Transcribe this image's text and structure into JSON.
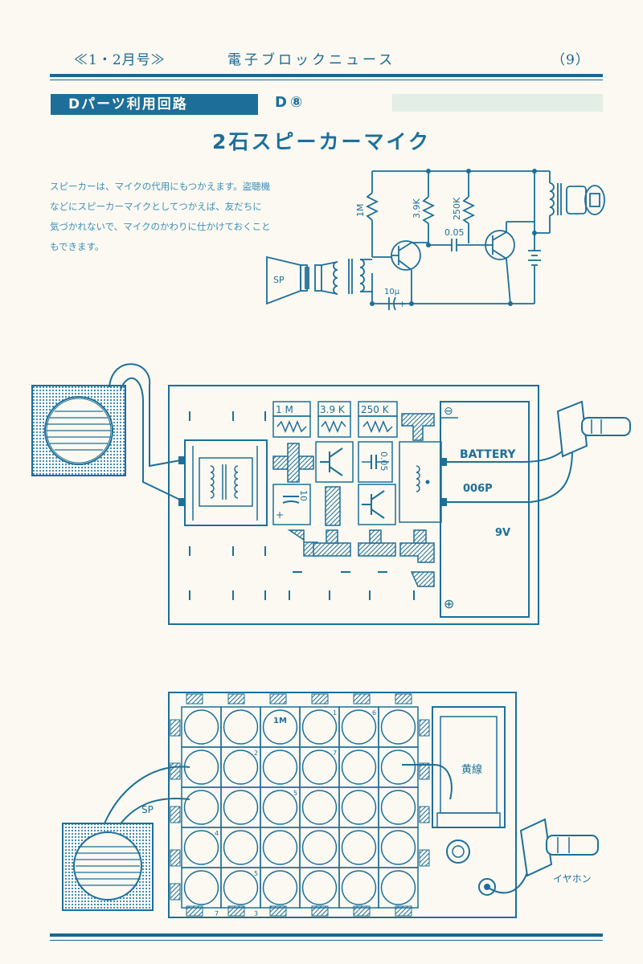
{
  "header": {
    "issue": "≪1・2月号≫",
    "publication": "電子ブロックニュース",
    "page": "（9）"
  },
  "section": {
    "badge": "Dパーツ利用回路",
    "code": "D⑧"
  },
  "article": {
    "title": "2石スピーカーマイク",
    "description": "スピーカーは、マイクの代用にもつかえます。盗聴機などにスピーカーマイクとしてつかえば、友だちに気づかれないで、マイクのかわりに仕かけておくこともできます。"
  },
  "schematic": {
    "labels": {
      "r1": "1M",
      "r2": "3.9K",
      "r3": "250K",
      "cap1": "0.05",
      "cap2": "10μ",
      "plus": "+",
      "speaker": "SP"
    }
  },
  "layout_diagram": {
    "parts": {
      "r1": "1 M",
      "r2": "3.9 K",
      "r3": "250 K",
      "cap_small": "0.05",
      "cap_elec": "10",
      "elec_plus": "+"
    },
    "battery": {
      "label": "BATTERY",
      "model": "006P",
      "voltage": "9V",
      "minus": "⊖",
      "plus": "⊕"
    }
  },
  "board_diagram": {
    "speaker_label": "SP",
    "resistor_label": "1M",
    "battery_wire": "黄線",
    "earphone": "イヤホン",
    "cell_numbers": [
      "4",
      "7",
      "2",
      "5",
      "3",
      "5",
      "1",
      "7",
      "6"
    ]
  }
}
